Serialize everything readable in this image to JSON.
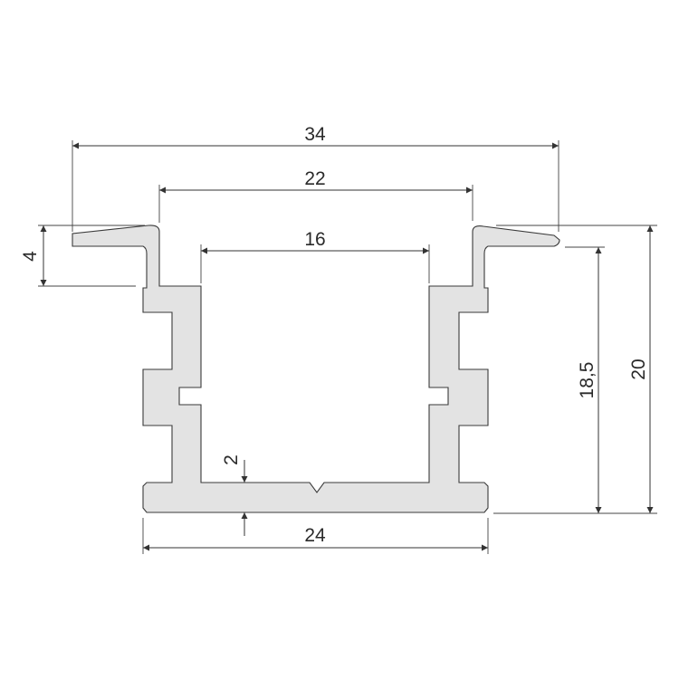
{
  "dimensions": {
    "overall_width": "34",
    "opening_width": "22",
    "inner_width": "16",
    "flange_thickness": "4",
    "base_thickness": "2",
    "base_width": "24",
    "inner_height": "18,5",
    "total_height": "20"
  },
  "colors": {
    "profile_fill": "#e3e3e3",
    "outline": "#3a3a3a",
    "dimension": "#333333"
  }
}
